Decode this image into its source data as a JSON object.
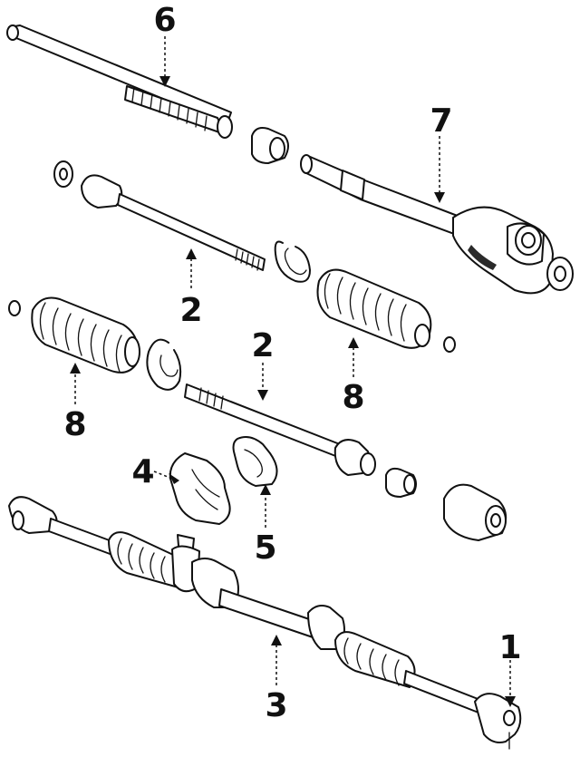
{
  "diagram": {
    "callouts": [
      {
        "id": "c6",
        "label": "6"
      },
      {
        "id": "c7",
        "label": "7"
      },
      {
        "id": "c2a",
        "label": "2"
      },
      {
        "id": "c2b",
        "label": "2"
      },
      {
        "id": "c8a",
        "label": "8"
      },
      {
        "id": "c8b",
        "label": "8"
      },
      {
        "id": "c4",
        "label": "4"
      },
      {
        "id": "c5",
        "label": "5"
      },
      {
        "id": "c3",
        "label": "3"
      },
      {
        "id": "c1",
        "label": "1"
      }
    ]
  }
}
